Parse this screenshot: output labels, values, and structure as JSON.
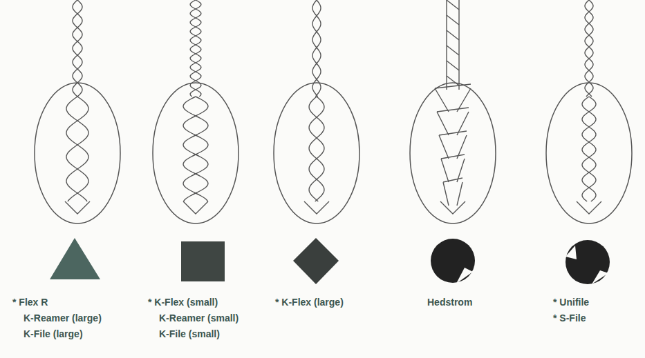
{
  "diagram": {
    "labels": [
      "* Flex R",
      "K-Reamer (large)",
      "K-File (large)",
      "* K-Flex (small)",
      "K-Reamer (small)",
      "K-File (small)",
      "* K-Flex (large)",
      "Hedstrom",
      "* Unifile",
      "* S-File"
    ]
  }
}
